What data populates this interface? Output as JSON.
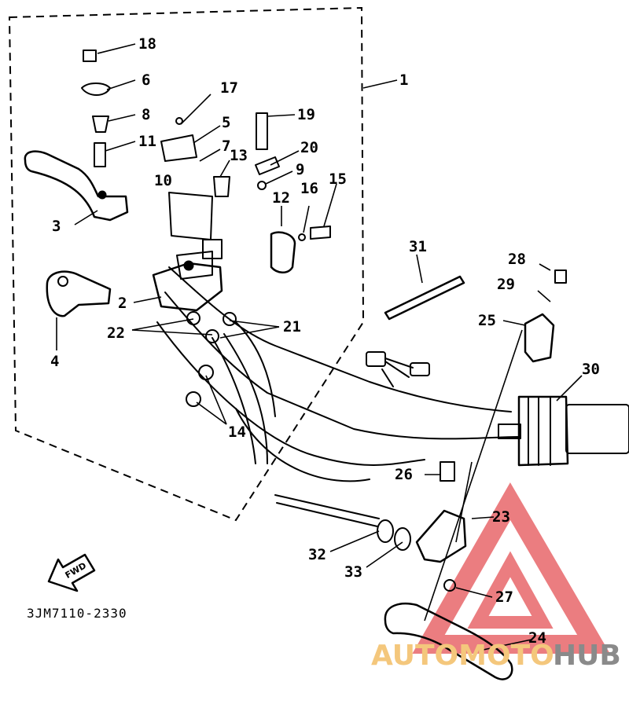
{
  "diagram": {
    "drawing_code": "3JM7110-2330",
    "fwd_label": "FWD",
    "callouts": {
      "c1": "1",
      "c2": "2",
      "c3": "3",
      "c4": "4",
      "c5": "5",
      "c6": "6",
      "c7": "7",
      "c8": "8",
      "c9": "9",
      "c10": "10",
      "c11": "11",
      "c12": "12",
      "c13": "13",
      "c14": "14",
      "c15": "15",
      "c16": "16",
      "c17": "17",
      "c18": "18",
      "c19": "19",
      "c20": "20",
      "c21": "21",
      "c22": "22",
      "c23": "23",
      "c24": "24",
      "c25": "25",
      "c26": "26",
      "c27": "27",
      "c28": "28",
      "c29": "29",
      "c30": "30",
      "c31": "31",
      "c32": "32",
      "c33": "33"
    }
  },
  "watermark": {
    "part1": "AUTOMOTO",
    "part2": "HUB",
    "logo_color": "#e8666a",
    "text_color_1": "#f4c77c",
    "text_color_2": "#8a8a8a"
  }
}
